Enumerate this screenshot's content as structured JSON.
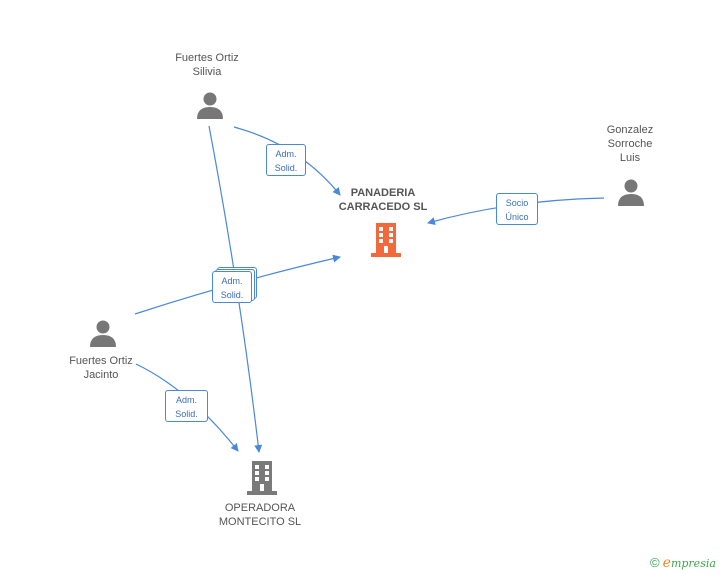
{
  "nodes": {
    "silivia": {
      "line1": "Fuertes Ortiz",
      "line2": "Silivia"
    },
    "gonzalez": {
      "line1": "Gonzalez",
      "line2": "Sorroche",
      "line3": "Luis"
    },
    "jacinto": {
      "line1": "Fuertes Ortiz",
      "line2": "Jacinto"
    },
    "panaderia": {
      "line1": "PANADERIA",
      "line2": "CARRACEDO SL"
    },
    "operadora": {
      "line1": "OPERADORA",
      "line2": "MONTECITO SL"
    }
  },
  "edges": {
    "silivia_panaderia": {
      "line1": "Adm.",
      "line2": "Solid."
    },
    "gonzalez_panaderia": {
      "line1": "Socio",
      "line2": "Único"
    },
    "stacked": {
      "line1": "Adm.",
      "line2": "Solid."
    },
    "jacinto_operadora": {
      "line1": "Adm.",
      "line2": "Solid."
    }
  },
  "colors": {
    "edge": "#4a88d9",
    "person": "#777777",
    "company_main": "#f26a3c",
    "company": "#7a7a7a"
  },
  "branding": {
    "copyright": "©",
    "e": "e",
    "rest": "mpresia"
  }
}
